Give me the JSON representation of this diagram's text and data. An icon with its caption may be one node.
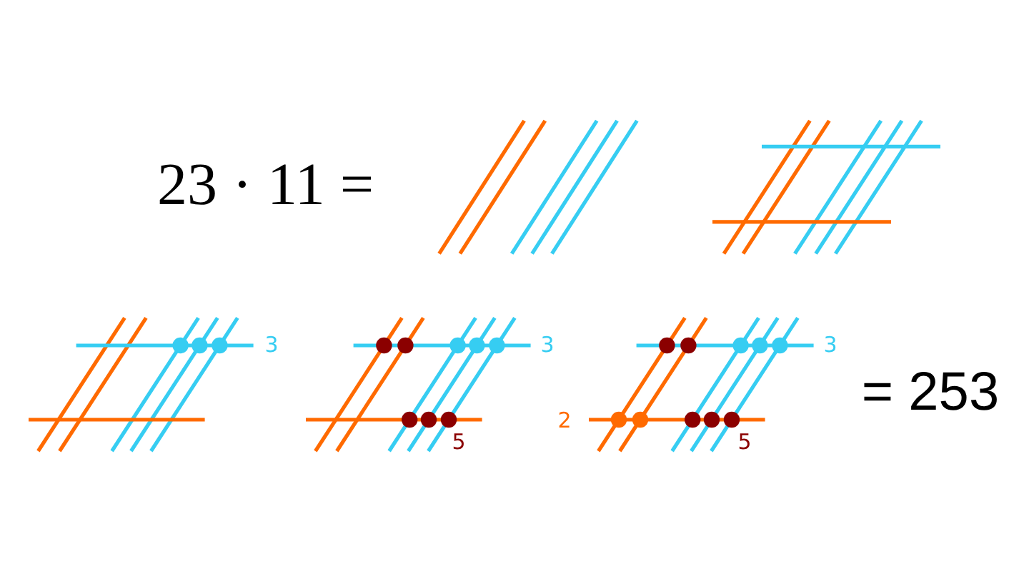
{
  "diagram": {
    "labels": [
      "23 · 11 =",
      "3",
      "3",
      "5",
      "3",
      "2",
      "5",
      "= 253"
    ]
  }
}
